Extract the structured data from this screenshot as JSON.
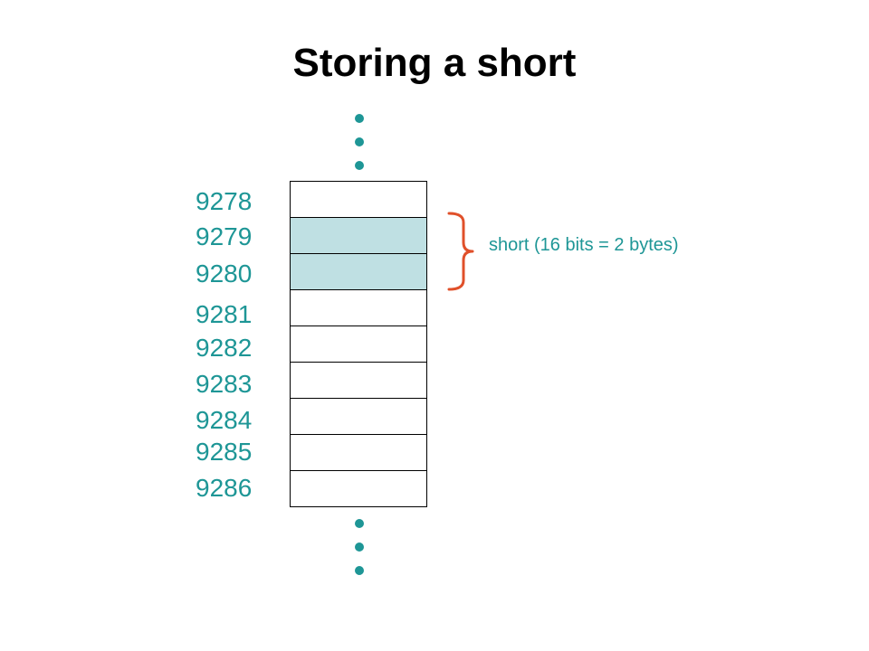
{
  "title": "Storing a short",
  "addresses": [
    "9278",
    "9279",
    "9280",
    "9281",
    "9282",
    "9283",
    "9284",
    "9285",
    "9286"
  ],
  "highlighted_addresses": [
    "9279",
    "9280"
  ],
  "brace_label": "short (16 bits = 2 bytes)",
  "colors": {
    "address_text": "#1e9696",
    "highlight_fill": "#bfe0e3",
    "brace": "#e0502a",
    "ellipsis_dots": "#1e9696"
  }
}
